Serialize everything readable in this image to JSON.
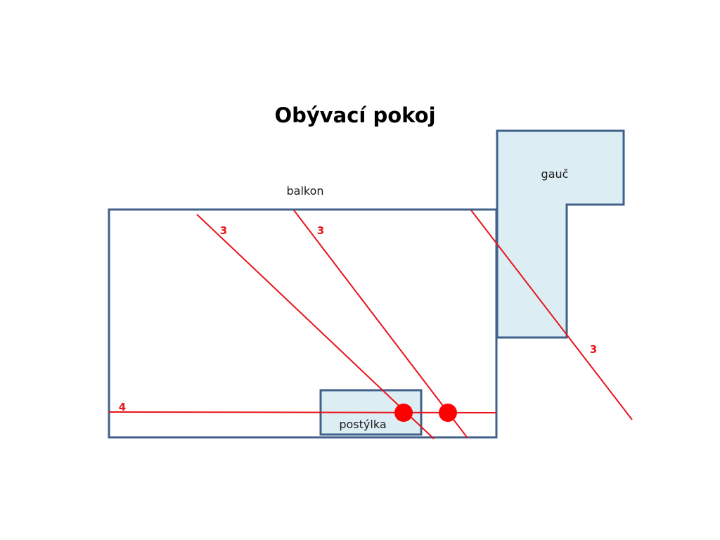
{
  "title": "Obývací pokoj",
  "labels": {
    "balcony": "balkon",
    "sofa": "gauč",
    "crib": "postýlka"
  },
  "line_labels": [
    "3",
    "3",
    "3",
    "4"
  ],
  "colors": {
    "wall": "#41618a",
    "furniture_fill": "#dcedf4",
    "line": "#e8141c",
    "dot": "#ff0000",
    "background": "#ffffff"
  }
}
